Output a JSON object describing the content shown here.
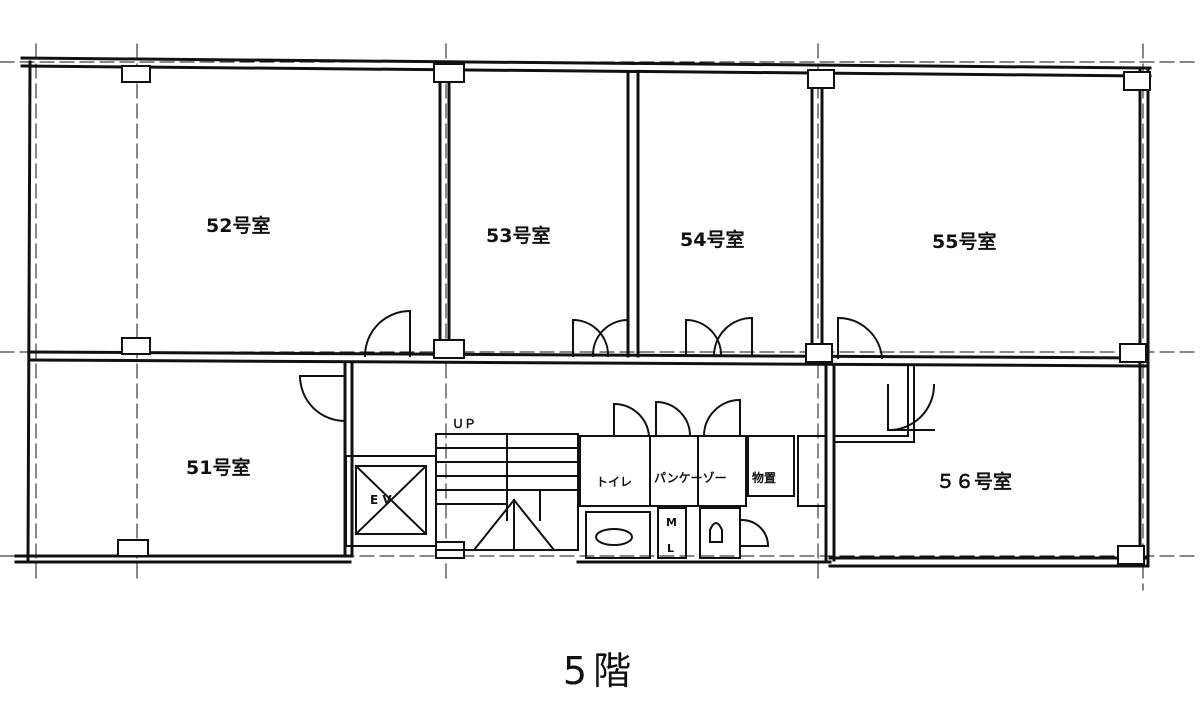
{
  "floor_label": "5階",
  "rooms": {
    "r51": "51号室",
    "r52": "52号室",
    "r53": "53号室",
    "r54": "54号室",
    "r55": "55号室",
    "r56": "５６号室"
  },
  "core": {
    "stairs_up": "ＵＰ",
    "elevator": "E V",
    "toilet": "トイレ",
    "pantry": "パンケーゾー",
    "storage": "物置",
    "mens": "M",
    "ladies": "L"
  }
}
